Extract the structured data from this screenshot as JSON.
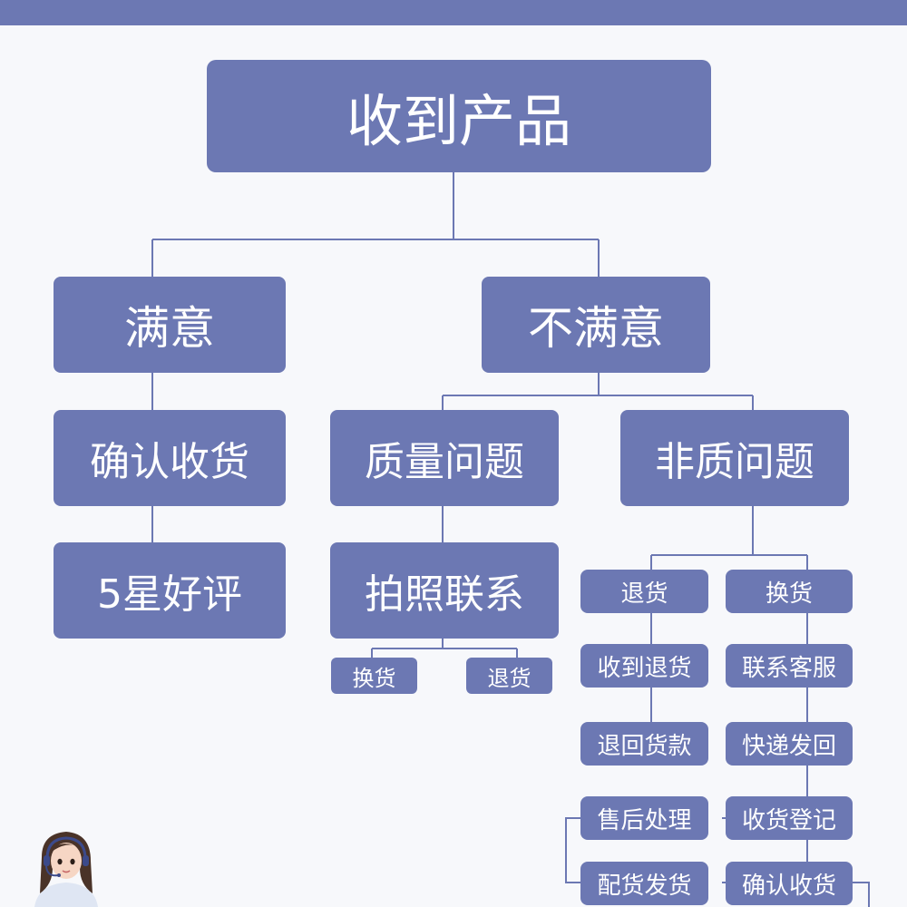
{
  "colors": {
    "box": "#6c78b3",
    "text": "#ffffff",
    "background": "#f7f8fb"
  },
  "root": "收到产品",
  "satisfied": {
    "label": "满意",
    "confirm": "确认收货",
    "review": "5星好评"
  },
  "unsatisfied": {
    "label": "不满意",
    "quality": {
      "label": "质量问题",
      "photo": "拍照联系",
      "exchange": "换货",
      "return": "退货"
    },
    "non_quality": {
      "label": "非质问题",
      "return_branch": {
        "label": "退货",
        "steps": [
          "收到退货",
          "退回货款",
          "售后处理",
          "配货发货"
        ]
      },
      "exchange_branch": {
        "label": "换货",
        "steps": [
          "联系客服",
          "快递发回",
          "收货登记",
          "确认收货"
        ]
      }
    }
  }
}
